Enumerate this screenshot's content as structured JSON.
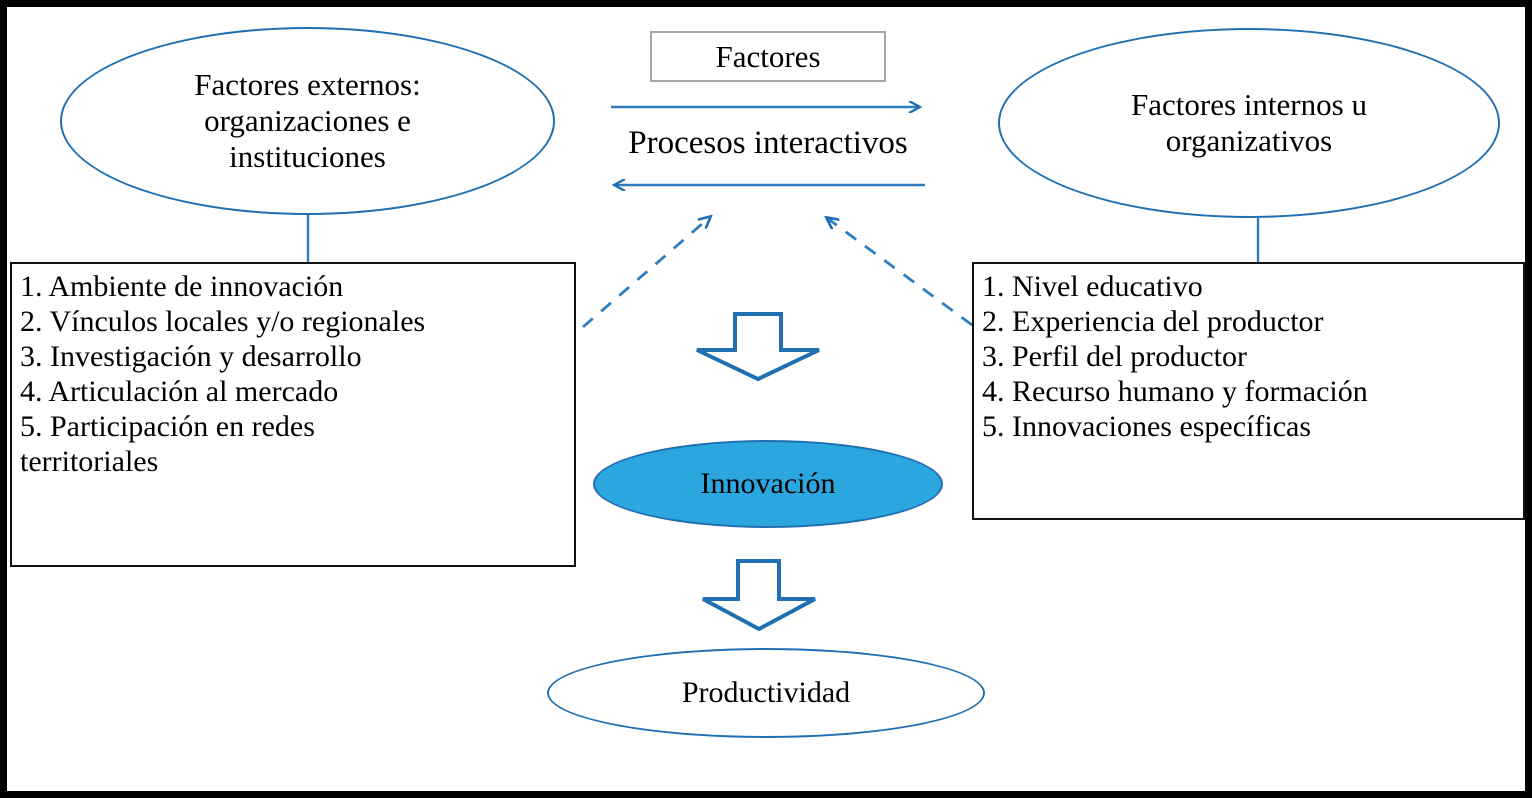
{
  "diagram": {
    "title_box": {
      "label": "Factores"
    },
    "center_process_label": "Procesos interactivos",
    "accent_color": "#1F6FB2",
    "fill_color": "#2CA6DE",
    "frame_color": "#000000",
    "title_box_border_color": "#A6A6A6",
    "left_node": {
      "label_line1": "Factores externos:",
      "label_line2": "organizaciones e",
      "label_line3": "instituciones",
      "items": [
        "1. Ambiente de innovación",
        "2. Vínculos locales y/o regionales",
        "3. Investigación y desarrollo",
        "4. Articulación al mercado",
        "5. Participación en redes",
        "territoriales"
      ]
    },
    "right_node": {
      "label_line1": "Factores internos u",
      "label_line2": "organizativos",
      "items": [
        "1. Nivel educativo",
        "2. Experiencia del productor",
        "3. Perfil del productor",
        "4. Recurso humano y formación",
        "5. Innovaciones específicas"
      ]
    },
    "outcome_node": {
      "label": "Innovación"
    },
    "result_node": {
      "label": "Productividad"
    }
  }
}
